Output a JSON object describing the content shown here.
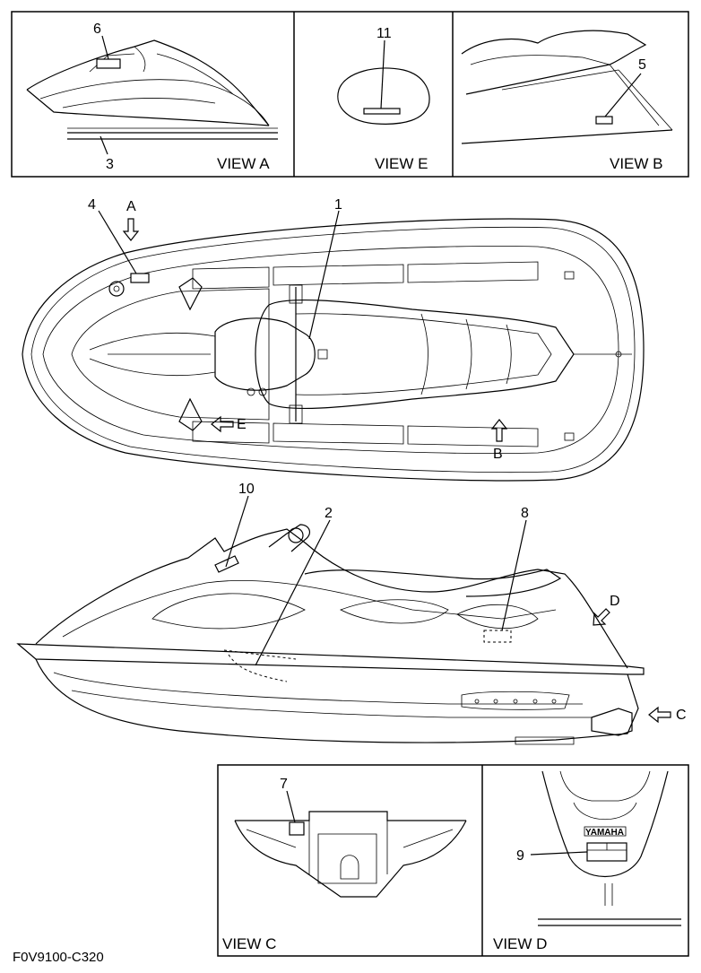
{
  "views": {
    "a": "VIEW A",
    "e": "VIEW E",
    "b": "VIEW B",
    "c": "VIEW C",
    "d": "VIEW D"
  },
  "callouts": {
    "n1": "1",
    "n2": "2",
    "n3": "3",
    "n4": "4",
    "n5": "5",
    "n6": "6",
    "n7": "7",
    "n8": "8",
    "n9": "9",
    "n10": "10",
    "n11": "11"
  },
  "arrows": {
    "a": "A",
    "b": "B",
    "c": "C",
    "d": "D",
    "e": "E"
  },
  "brand": "YAMAHA",
  "figure_code": "F0V9100-C320"
}
